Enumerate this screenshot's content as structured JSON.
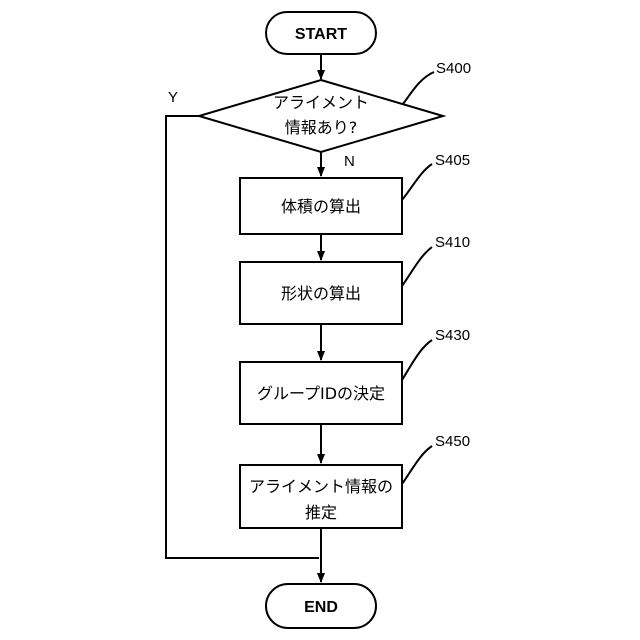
{
  "start": "START",
  "end": "END",
  "decision": {
    "line1": "アライメント",
    "line2": "情報あり?",
    "step_id": "S400",
    "yes": "Y",
    "no": "N"
  },
  "steps": [
    {
      "id": "S405",
      "line1": "体積の算出",
      "line2": ""
    },
    {
      "id": "S410",
      "line1": "形状の算出",
      "line2": ""
    },
    {
      "id": "S430",
      "line1": "グループIDの決定",
      "line2": ""
    },
    {
      "id": "S450",
      "line1": "アライメント情報の",
      "line2": "推定"
    }
  ]
}
